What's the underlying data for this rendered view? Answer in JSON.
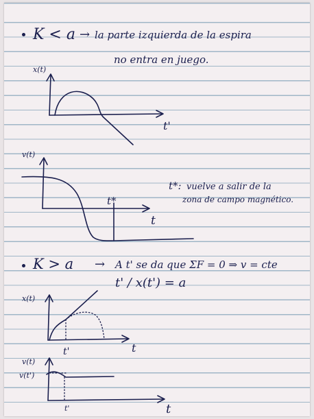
{
  "notes": {
    "case1": {
      "bullet_text": "K < a",
      "arrow": "→",
      "line1": "la parte izquierda de la espira",
      "line2": "no entra en juego."
    },
    "graph1": {
      "ylabel": "x(t)",
      "xlabel": "t'"
    },
    "graph2": {
      "ylabel": "v(t)",
      "tick": "t*",
      "xlabel": "t",
      "note_label": "t*:",
      "note_line1": "vuelve a salir de la",
      "note_line2": "zona de campo magnético."
    },
    "case2": {
      "bullet_text": "K > a",
      "arrow": "→",
      "line1": "A t' se da que ΣF = 0 ⇒ v = cte",
      "line2": "t' / x(t') = a"
    },
    "graph3": {
      "ylabel": "x(t)",
      "tick": "t'",
      "xlabel": "t"
    },
    "graph4": {
      "ylabel": "v(t)",
      "level_label": "v(t')",
      "tick": "t'",
      "xlabel": "t"
    }
  }
}
